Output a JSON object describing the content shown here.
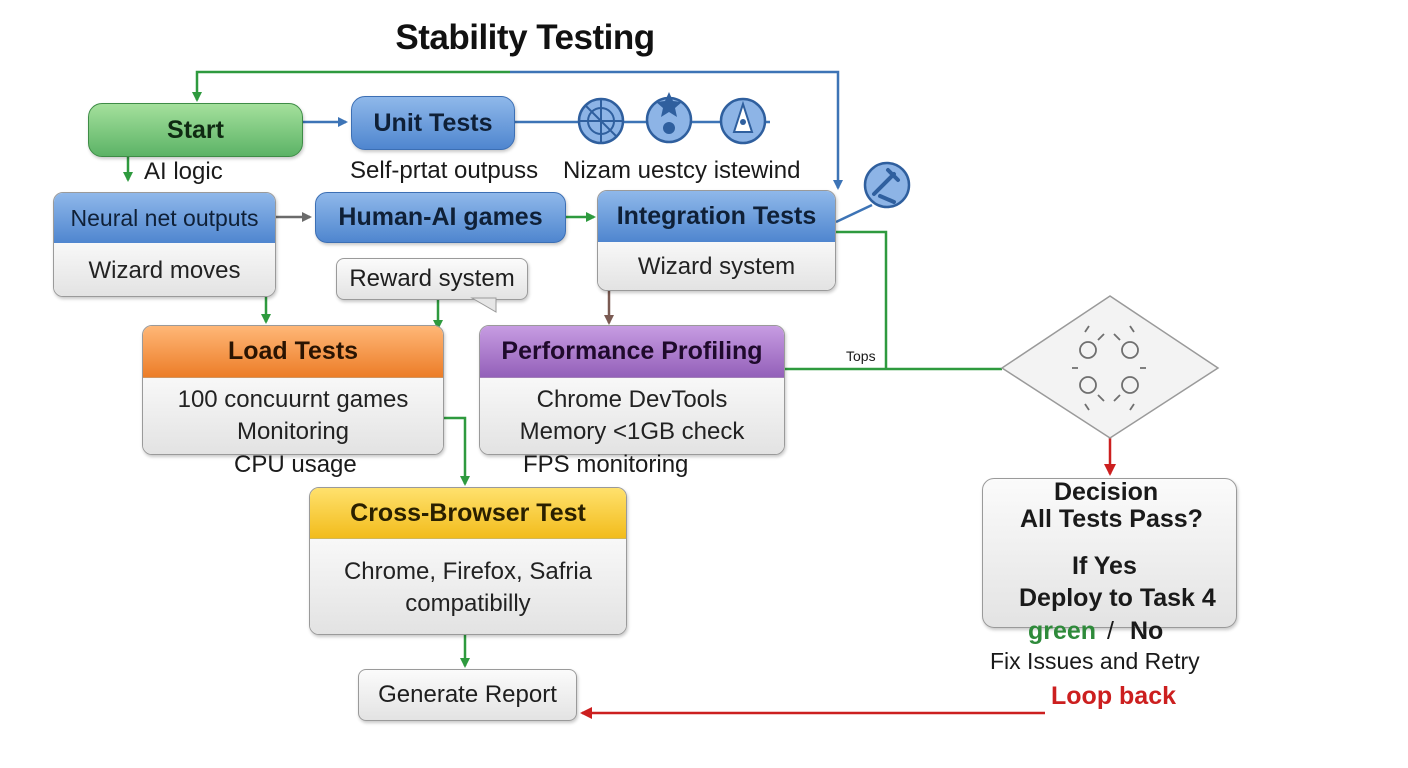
{
  "title": "Stability Testing",
  "start": {
    "label": "Start"
  },
  "ai_logic": "AI logic",
  "unit_tests": {
    "label": "Unit Tests"
  },
  "unit_notes": "Self-prtat outpuss",
  "unit_notes2": "Nizam uestcy istewind",
  "neural": {
    "header": "Neural net outputs",
    "body": "Wizard moves"
  },
  "human_ai": {
    "label": "Human-AI games"
  },
  "reward": "Reward system",
  "integration": {
    "header": "Integration Tests",
    "body": "Wizard system"
  },
  "load": {
    "header": "Load Tests",
    "lines": [
      "100 concuurnt games",
      "Monitoring",
      "CPU usage"
    ]
  },
  "perf": {
    "header": "Performance Profiling",
    "lines": [
      "Chrome DevTools",
      "Memory <1GB check",
      "FPS monitoring"
    ]
  },
  "tops_label": "Tops",
  "cross": {
    "header": "Cross-Browser Test",
    "lines": [
      "Chrome, Firefox, Safria",
      "compatibilly"
    ]
  },
  "decision": {
    "title1": "Decision",
    "title2": "All Tests Pass?",
    "yes1": "If Yes",
    "yes2": "Deploy to Task 4",
    "green_word": "green",
    "slash": "/",
    "no_word": "No",
    "fix": "Fix Issues and Retry",
    "loop": "Loop back"
  },
  "report": {
    "label": "Generate Report"
  },
  "icons": [
    "bug-circuit-icon",
    "bug-star-icon",
    "robot-wizard-icon",
    "wrench-bug-icon",
    "gears-icon"
  ],
  "colors": {
    "green_arrow": "#2e9a3e",
    "blue_arrow": "#3d74b6",
    "gray_arrow": "#6b6b6b",
    "brown_arrow": "#7a5a52",
    "red_arrow": "#cc1f1f"
  }
}
